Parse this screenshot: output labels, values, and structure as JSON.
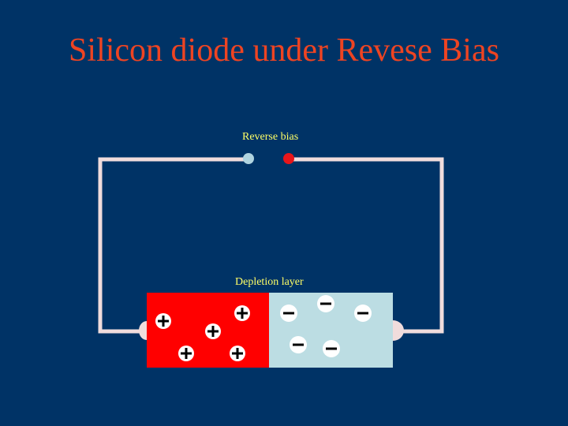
{
  "title": "Silicon diode under Revese Bias",
  "labels": {
    "reverse_bias": "Reverse bias",
    "depletion_layer": "Depletion layer"
  },
  "colors": {
    "background": "#003366",
    "title": "#ee4422",
    "label": "#ffff66",
    "wire": "#f0dcdc",
    "p_region": "#ff0000",
    "n_region": "#bcdde3",
    "negative_terminal": "#b0d4e0",
    "positive_terminal": "#e8161a"
  },
  "charges": {
    "p_region_sign": "+",
    "n_region_sign": "−"
  }
}
